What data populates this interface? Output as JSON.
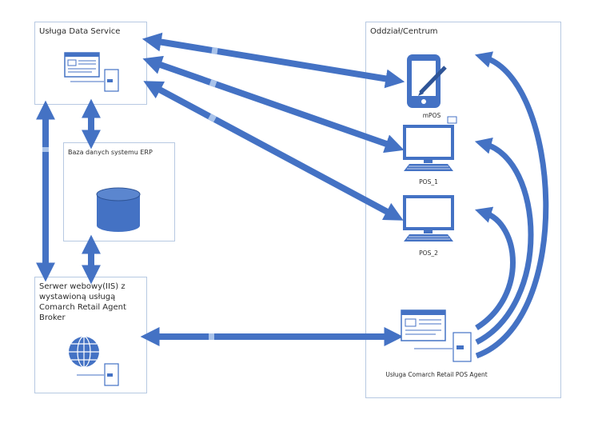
{
  "colors": {
    "arrow": "#4472c4",
    "arrow_band": "#a9c3ea",
    "border": "#b7c9e2",
    "icon": "#4472c4",
    "icon_dark": "#2f5597"
  },
  "boxes": {
    "data_service": {
      "title": "Usługa Data Service"
    },
    "erp_db": {
      "title": "Baza danych systemu ERP"
    },
    "web_server": {
      "title": "Serwer webowy(IIS) z wystawioną usługą Comarch Retail Agent Broker"
    },
    "branch": {
      "title": "Oddział/Centrum"
    }
  },
  "nodes": {
    "mpos": {
      "label": "mPOS",
      "icon": "tablet-pen-icon"
    },
    "pos1": {
      "label": "POS_1",
      "icon": "computer-icon"
    },
    "pos2": {
      "label": "POS_2",
      "icon": "computer-icon"
    },
    "agent": {
      "label": "Usługa Comarch Retail POS Agent",
      "icon": "service-window-icon"
    }
  }
}
